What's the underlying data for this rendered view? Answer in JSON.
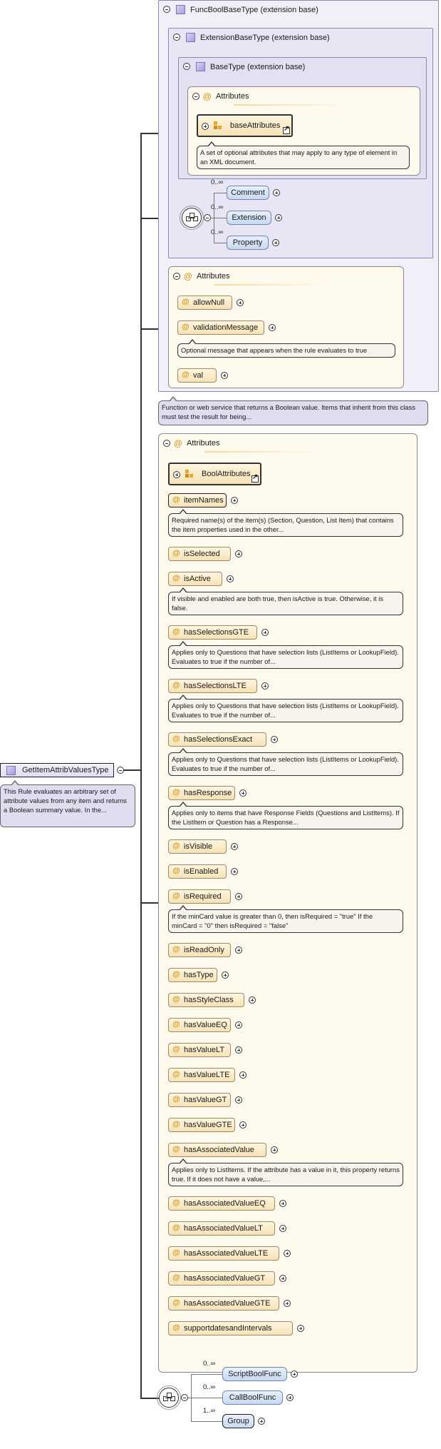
{
  "root": {
    "name": "GetItemAttribValuesType",
    "doc": "This Rule evaluates an arbitrary set of attribute values from any item and returns a Boolean summary value. In the..."
  },
  "base_types": {
    "func_bool": "FuncBoolBaseType (extension base)",
    "extension": "ExtensionBaseType (extension base)",
    "base": "BaseType (extension base)",
    "func_bool_doc": "Function or web service that returns a Boolean value. Items that inherit from this class must test the result for being..."
  },
  "base_attributes_group": {
    "title": "Attributes",
    "ref": "baseAttributes",
    "doc": "A set of optional attributes that may apply to any type of element in an XML document."
  },
  "extension_elements": [
    {
      "name": "Comment",
      "card": "0..∞"
    },
    {
      "name": "Extension",
      "card": "0..∞"
    },
    {
      "name": "Property",
      "card": "0..∞"
    }
  ],
  "func_attributes": {
    "title": "Attributes",
    "items": [
      {
        "name": "allowNull"
      },
      {
        "name": "validationMessage",
        "doc": "Optional message that appears when the rule evaluates to true"
      },
      {
        "name": "val"
      }
    ]
  },
  "main_attributes": {
    "title": "Attributes",
    "group_ref": "BoolAttributes",
    "items": [
      {
        "name": "itemNames",
        "required": true,
        "doc": "Required name(s) of the item(s) (Section, Question, List Item) that contains the item properties used in the other..."
      },
      {
        "name": "isSelected"
      },
      {
        "name": "isActive",
        "doc": "If visible and enabled are both true, then isActive is true. Otherwise, it is false."
      },
      {
        "name": "hasSelectionsGTE",
        "doc": "Applies only to Questions that have selection lists (ListItems or LookupField). Evaluates to true if the number of..."
      },
      {
        "name": "hasSelectionsLTE",
        "doc": "Applies only to Questions that have selection lists (ListItems or LookupField). Evaluates to true if the number of..."
      },
      {
        "name": "hasSelectionsExact",
        "doc": "Applies only to Questions that have selection lists (ListItems or LookupField). Evaluates to true if the number of..."
      },
      {
        "name": "hasResponse",
        "doc": "Applies only to items that have Response Fields (Questions and ListItems). If the ListItem or Question has a Response..."
      },
      {
        "name": "isVisible"
      },
      {
        "name": "isEnabled"
      },
      {
        "name": "isRequired",
        "doc": "If the minCard value is greater than 0, then isRequired = \"true\" If the minCard = \"0\" then isRequired = \"false\""
      },
      {
        "name": "isReadOnly"
      },
      {
        "name": "hasType"
      },
      {
        "name": "hasStyleClass"
      },
      {
        "name": "hasValueEQ"
      },
      {
        "name": "hasValueLT"
      },
      {
        "name": "hasValueLTE"
      },
      {
        "name": "hasValueGT"
      },
      {
        "name": "hasValueGTE"
      },
      {
        "name": "hasAssociatedValue",
        "doc": "Applies only to ListItems. If the attribute has a value in it, this property returns true. If it does not have a value,..."
      },
      {
        "name": "hasAssociatedValueEQ"
      },
      {
        "name": "hasAssociatedValueLT"
      },
      {
        "name": "hasAssociatedValueLTE"
      },
      {
        "name": "hasAssociatedValueGT"
      },
      {
        "name": "hasAssociatedValueGTE"
      },
      {
        "name": "supportdatesandIntervals"
      }
    ]
  },
  "child_elements": [
    {
      "name": "ScriptBoolFunc",
      "card": "0..∞"
    },
    {
      "name": "CallBoolFunc",
      "card": "0..∞"
    },
    {
      "name": "Group",
      "card": "1..∞"
    }
  ]
}
